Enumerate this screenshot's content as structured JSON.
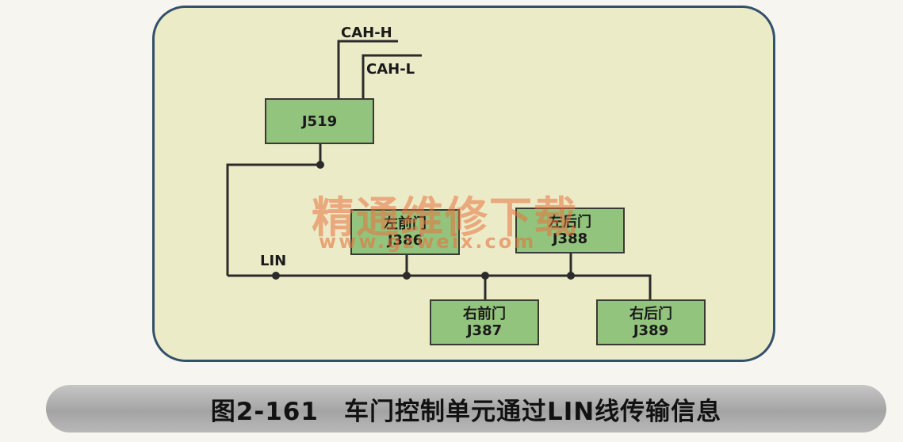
{
  "diagram": {
    "bus_lines": {
      "high": "CAH-H",
      "low": "CAH-L"
    },
    "lin_label": "LIN",
    "nodes": {
      "j519": {
        "line1": "J519"
      },
      "front_left": {
        "line1": "左前门",
        "line2": "J386"
      },
      "rear_left": {
        "line1": "左后门",
        "line2": "J388"
      },
      "front_right": {
        "line1": "右前门",
        "line2": "J387"
      },
      "rear_right": {
        "line1": "右后门",
        "line2": "J389"
      }
    }
  },
  "watermark": {
    "text": "精通维修下载",
    "url": "www.gzweix.com"
  },
  "caption": "图2-161　车门控制单元通过LIN线传输信息",
  "colors": {
    "panel_fill": "#ecebc8",
    "panel_border": "#33506b",
    "node_fill": "#93c47d",
    "wire": "#2b2b2b",
    "watermark": "#e8733e",
    "caption_bar": "#b0b0b0"
  }
}
